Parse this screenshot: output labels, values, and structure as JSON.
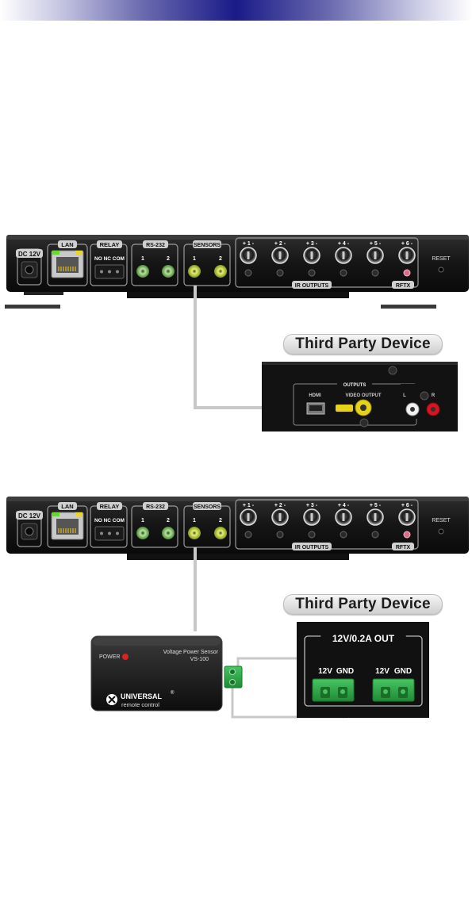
{
  "hub": {
    "dc": "DC 12V",
    "lan": "LAN",
    "relay": "RELAY",
    "relay_pins": "NO  NC  COM",
    "rs232": "RS-232",
    "sensors": "SENSORS",
    "port_1": "1",
    "port_2": "2",
    "ir_numbers": [
      "+ 1 -",
      "+ 2 -",
      "+ 3 -",
      "+ 4 -",
      "+ 5 -",
      "+ 6 -"
    ],
    "ir_outputs": "IR OUTPUTS",
    "rftx": "RFTX",
    "reset": "RESET"
  },
  "diagram1": {
    "device_label": "Third Party Device",
    "outputs": "OUTPUTS",
    "hdmi": "HDMI",
    "video_output": "VIDEO OUTPUT",
    "audio_l": "L",
    "audio_r": "R"
  },
  "diagram2": {
    "device_label": "Third Party Device",
    "sensor_power": "POWER",
    "sensor_name": "Voltage Power Sensor",
    "sensor_model": "VS-100",
    "brand": "UNIVERSAL",
    "brand_registered": "®",
    "brand_sub": "remote control",
    "out_label": "12V/0.2A OUT",
    "v12_1": "12V",
    "gnd_1": "GND",
    "v12_2": "12V",
    "gnd_2": "GND"
  },
  "colors": {
    "sensor_port": "#c9d84a",
    "terminal_green": "#2fb14a",
    "cable": "#c8c8c8",
    "rca_yellow": "#e6d21a",
    "rca_red": "#d8151f"
  }
}
